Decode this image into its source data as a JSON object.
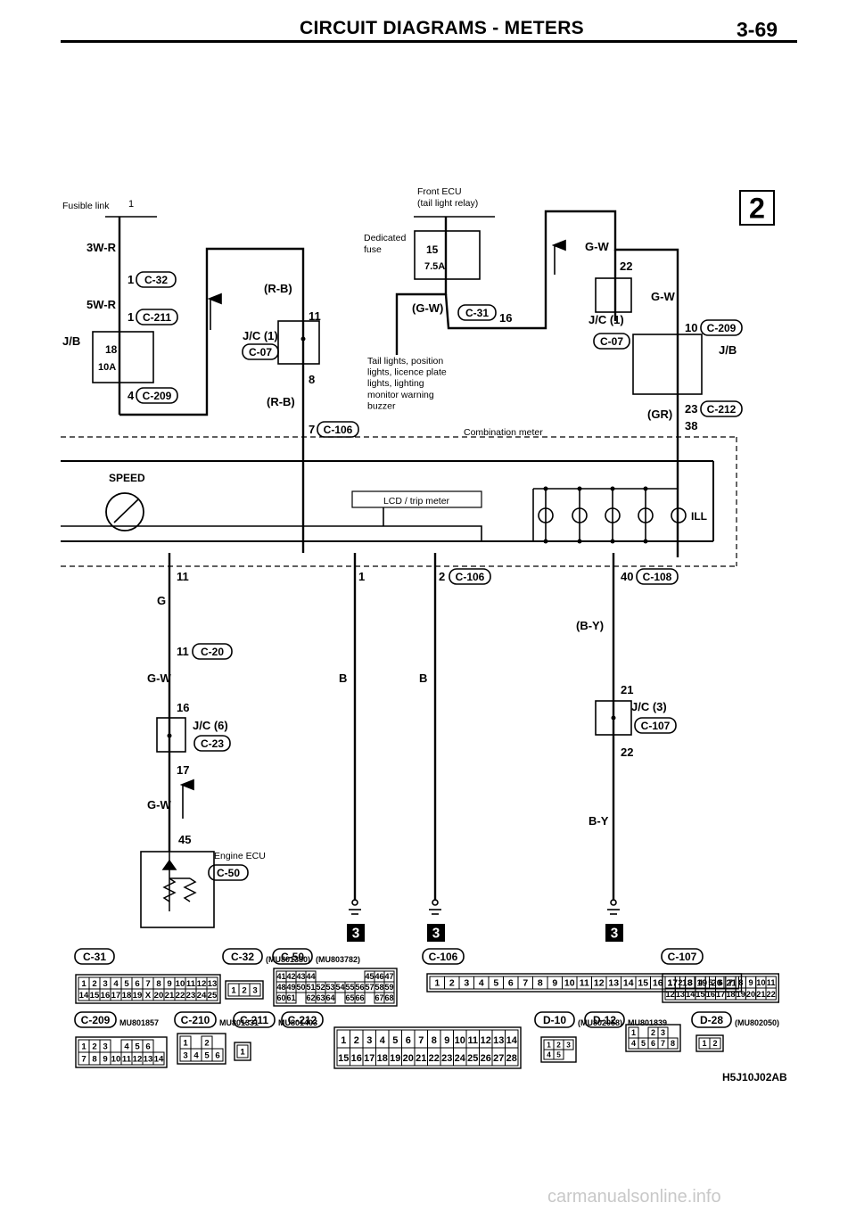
{
  "header": {
    "title": "CIRCUIT DIAGRAMS - METERS",
    "page_number": "3-69"
  },
  "watermark": "carmanualsonline.info",
  "diagram_id": "H5J10J02AB",
  "continued_badge": "2",
  "ground_badge": "3",
  "labels": {
    "fusible_link": "Fusible link",
    "fusible_link_no": "1",
    "front_ecu": "Front ECU",
    "front_ecu_sub": "(tail light relay)",
    "dedicated_fuse_1": "Dedicated",
    "dedicated_fuse_2": "fuse",
    "tail_lights": [
      "Tail lights, position",
      "lights, licence plate",
      "lights, lighting",
      "monitor warning",
      "buzzer"
    ],
    "combination_meter": "Combination meter",
    "lcd_trip_meter": "LCD / trip meter",
    "speed": "SPEED",
    "ill": "ILL",
    "engine_ecu": "Engine ECU",
    "jb": "J/B",
    "fuse18": "18",
    "fuse18_amp": "10A",
    "fuse15": "15",
    "fuse15_amp": "7.5A"
  },
  "wires": {
    "w3wr": "3W-R",
    "w5wr": "5W-R",
    "rb1": "(R-B)",
    "rb2": "(R-B)",
    "gw_fuse": "(G-W)",
    "gw_top": "G-W",
    "gw_mid": "G-W",
    "gr": "(GR)",
    "g": "G",
    "gw_left1": "G-W",
    "gw_left2": "G-W",
    "b1": "B",
    "b2": "B",
    "by_paren": "(B-Y)",
    "by": "B-Y"
  },
  "pins": {
    "c32_1": "1",
    "c211_1": "1",
    "c209_4": "4",
    "jc1_11": "11",
    "jc1_8": "8",
    "c106_7": "7",
    "c31_16": "16",
    "jc1b_22": "22",
    "c209_10": "10",
    "c212_23": "23",
    "p38": "38",
    "m11": "11",
    "m1": "1",
    "m2": "2",
    "m40": "40",
    "c20_11": "11",
    "jc6_16": "16",
    "jc6_17": "17",
    "p45": "45",
    "jc3_21": "21",
    "jc3_22": "22"
  },
  "connector_tags": {
    "c32": "C-32",
    "c211": "C-211",
    "c209": "C-209",
    "jc1": "J/C (1)",
    "c07": "C-07",
    "c106": "C-106",
    "c31": "C-31",
    "jc1b": "J/C (1)",
    "c07b": "C-07",
    "c209b": "C-209",
    "jb_right": "J/B",
    "c212": "C-212",
    "c106b": "C-106",
    "c108": "C-108",
    "c20": "C-20",
    "jc6": "J/C (6)",
    "c23": "C-23",
    "c50": "C-50",
    "jc3": "J/C (3)",
    "c107": "C-107"
  },
  "connectors": {
    "c31": {
      "label": "C-31",
      "rows": [
        [
          "1",
          "2",
          "3",
          "4",
          "5",
          "6",
          "7",
          "8",
          "9",
          "10",
          "11",
          "12",
          "13"
        ],
        [
          "14",
          "15",
          "16",
          "17",
          "18",
          "19",
          "X",
          "20",
          "21",
          "22",
          "23",
          "24",
          "25"
        ]
      ]
    },
    "c32": {
      "label": "C-32",
      "part": "(MU801380)",
      "rows": [
        [
          "1",
          "2",
          "3"
        ]
      ]
    },
    "c50": {
      "label": "C-50",
      "part": "(MU803782)",
      "rows": [
        [
          "41",
          "42",
          "43",
          "44",
          "",
          "",
          "",
          "",
          "",
          "45",
          "46",
          "47"
        ],
        [
          "48",
          "49",
          "50",
          "51",
          "52",
          "53",
          "54",
          "55",
          "56",
          "57",
          "58",
          "59"
        ],
        [
          "60",
          "61",
          "",
          "62",
          "63",
          "64",
          "",
          "65",
          "66",
          "",
          "67",
          "68"
        ]
      ]
    },
    "c106": {
      "label": "C-106",
      "rows": [
        [
          "1",
          "2",
          "3",
          "4",
          "5",
          "6",
          "7",
          "8",
          "9",
          "10",
          "11",
          "12",
          "13",
          "14",
          "15",
          "16",
          "17",
          "18",
          "19",
          "20",
          "21"
        ]
      ]
    },
    "c107": {
      "label": "C-107",
      "rows": [
        [
          "1",
          "2",
          "3",
          "4",
          "5",
          "6",
          "7",
          "8",
          "9",
          "10",
          "11"
        ],
        [
          "12",
          "13",
          "14",
          "15",
          "16",
          "17",
          "18",
          "19",
          "20",
          "21",
          "22"
        ]
      ]
    },
    "c209": {
      "label": "C-209",
      "part": "MU801857",
      "rows": [
        [
          "1",
          "2",
          "3",
          "",
          "4",
          "5",
          "6"
        ],
        [
          "7",
          "8",
          "9",
          "10",
          "11",
          "12",
          "13",
          "14"
        ]
      ]
    },
    "c210": {
      "label": "C-210",
      "part": "MU801331",
      "rows": [
        [
          "1",
          "",
          "2"
        ],
        [
          "3",
          "4",
          "5",
          "6"
        ]
      ]
    },
    "c211": {
      "label": "C-211",
      "part": "MU801403",
      "rows": [
        [
          "1"
        ]
      ]
    },
    "c212": {
      "label": "C-212",
      "rows": [
        [
          "1",
          "2",
          "3",
          "4",
          "5",
          "6",
          "7",
          "8",
          "9",
          "10",
          "11",
          "12",
          "13",
          "14"
        ],
        [
          "15",
          "16",
          "17",
          "18",
          "19",
          "20",
          "21",
          "22",
          "23",
          "24",
          "25",
          "26",
          "27",
          "28"
        ]
      ]
    },
    "d10": {
      "label": "D-10",
      "part": "(MU802058)",
      "rows": [
        [
          "1",
          "2",
          "3"
        ],
        [
          "4",
          "5"
        ]
      ]
    },
    "d12": {
      "label": "D-12",
      "part": "MU801839",
      "rows": [
        [
          "1",
          "",
          "2",
          "3"
        ],
        [
          "4",
          "5",
          "6",
          "7",
          "8"
        ]
      ]
    },
    "d28": {
      "label": "D-28",
      "part": "(MU802050)",
      "rows": [
        [
          "1",
          "2"
        ]
      ]
    }
  },
  "colors": {
    "ink": "#000000",
    "watermark": "#c8c8c8"
  }
}
